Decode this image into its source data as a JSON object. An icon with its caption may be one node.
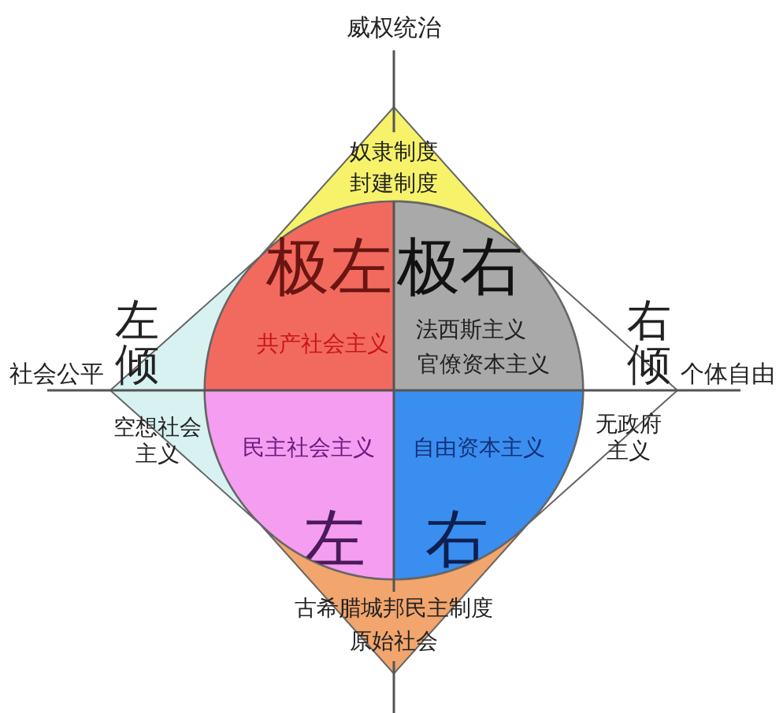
{
  "diagram": {
    "nodes": [
      {
        "text": [
          "奴隶制度",
          "封建制度"
        ]
      },
      {
        "text": [
          "极左",
          "共产社会主义"
        ]
      },
      {
        "text": [
          "极右",
          "法西斯主义",
          "官僚资本主义"
        ]
      },
      {
        "text": [
          "左倾",
          "空想社会主义"
        ]
      },
      {
        "text": [
          "右倾",
          "无政府主义"
        ]
      },
      {
        "text": [
          "民主社会主义",
          "左"
        ]
      },
      {
        "text": [
          "自由资本主义",
          "右"
        ]
      },
      {
        "text": [
          "古希腊城邦民主制度",
          "原始社会"
        ]
      }
    ],
    "labels": [
      "威权统治",
      "社会公平",
      "个体自由"
    ]
  }
}
